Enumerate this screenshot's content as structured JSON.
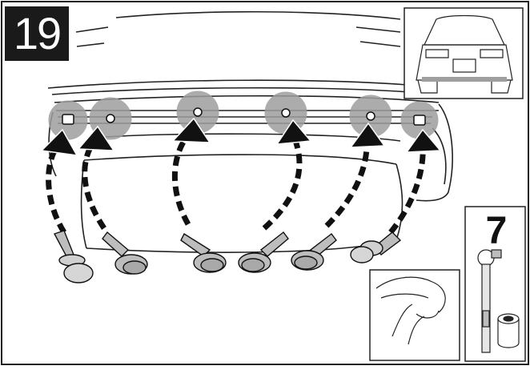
{
  "step": {
    "number": "19"
  },
  "tool": {
    "size": "7"
  },
  "colors": {
    "ink": "#1a1a1a",
    "highlight": "#9e9e9e",
    "line": "#222222",
    "background": "#ffffff"
  },
  "icons": {
    "arrow": "curved-dashed-arrow-up",
    "fastener_bolt": "hex-flange-bolt",
    "fastener_clip": "push-pin-clip",
    "wrench": "socket-wrench"
  }
}
